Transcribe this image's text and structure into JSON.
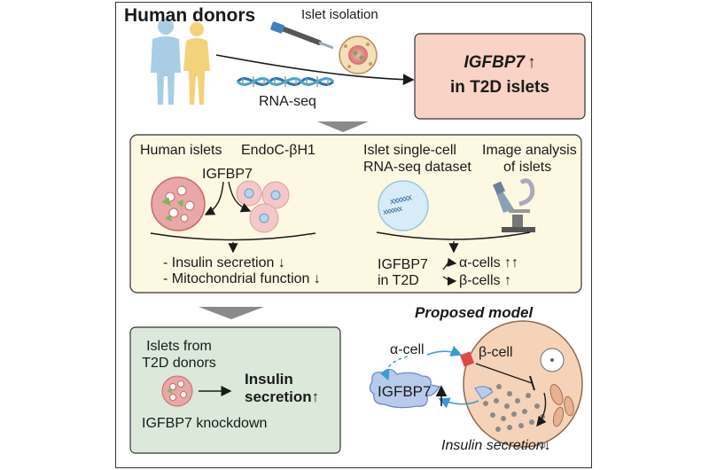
{
  "top": {
    "title": "Human donors",
    "islet_isolation": "Islet isolation",
    "rna_seq": "RNA-seq",
    "result_gene": "IGFBP7",
    "result_arrow": "↑",
    "result_text": "in T2D islets"
  },
  "middle": {
    "human_islets": "Human islets",
    "endoc": "EndoC-βH1",
    "igfbp7": "IGFBP7",
    "singlecell_1": "Islet single-cell",
    "singlecell_2": "RNA-seq dataset",
    "image_1": "Image analysis",
    "image_2": "of islets",
    "insulin_secretion": "- Insulin secretion ↓",
    "mito": "- Mitochondrial function ↓",
    "igfbp7_t2d_1": "IGFBP7",
    "igfbp7_t2d_2": "in T2D",
    "alpha_cells": "α-cells ↑↑",
    "beta_cells": "β-cells ↑",
    "dna_text": "xxxxxx"
  },
  "bottom_left": {
    "line1": "Islets from",
    "line2": "T2D donors",
    "insulin": "Insulin",
    "secretion": "secretion",
    "up": "↑",
    "knockdown": "IGFBP7 knockdown"
  },
  "model": {
    "title": "Proposed model",
    "alpha_cell": "α-cell",
    "beta_cell": "β-cell",
    "igfbp7": "IGFBP7",
    "insulin_secretion": "Insulin secretion",
    "down": "↓"
  },
  "colors": {
    "result_box": "#f9d3c5",
    "middle_box": "#fdf8e1",
    "bottom_box": "#dbe8da",
    "beta_cell_fill": "#f5d3b8",
    "igfbp7_blob": "#b9cbea",
    "figure_blue": "#a9cde4",
    "figure_yellow": "#f2d27a"
  }
}
